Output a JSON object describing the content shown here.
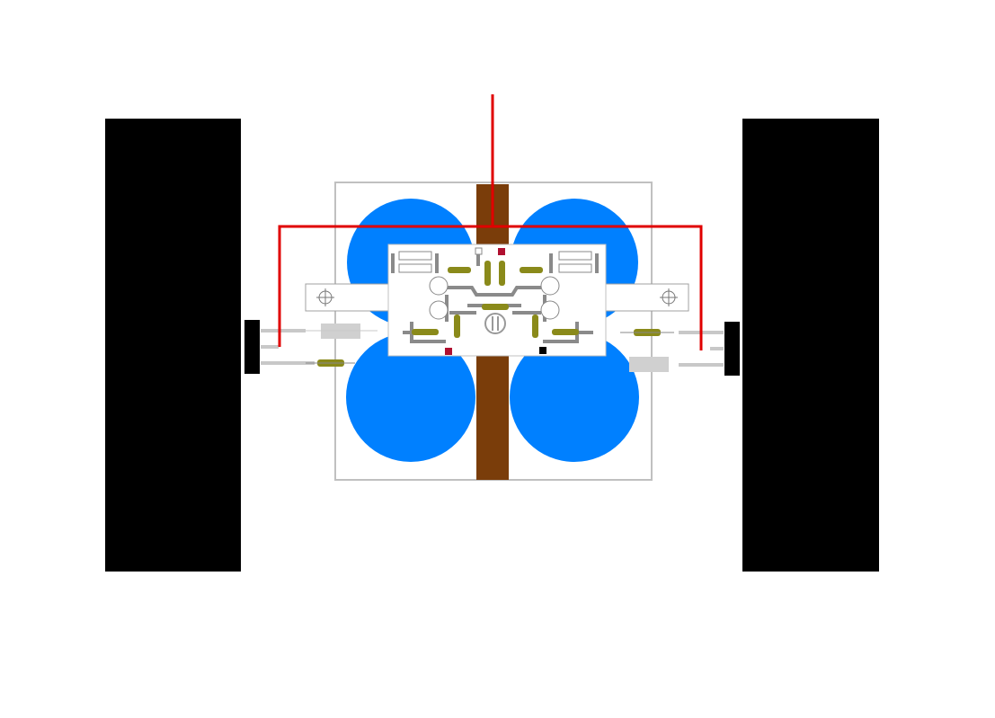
{
  "colors": {
    "background": "#ffffff",
    "heatsink": "#000000",
    "capacitor": "#0080ff",
    "bus_bar": "#7a3d0a",
    "wire": "#e00000",
    "trace": "#8a8a8a",
    "resistor": "#8a8a1a",
    "board_outline": "#c0c0c0",
    "pad_marker": "#b01030"
  },
  "components": {
    "heatsinks": 2,
    "capacitors": 4,
    "resistor_blocks": 4,
    "transistors": 4
  },
  "icons": [
    "mounting-hole-icon",
    "terminal-icon"
  ]
}
